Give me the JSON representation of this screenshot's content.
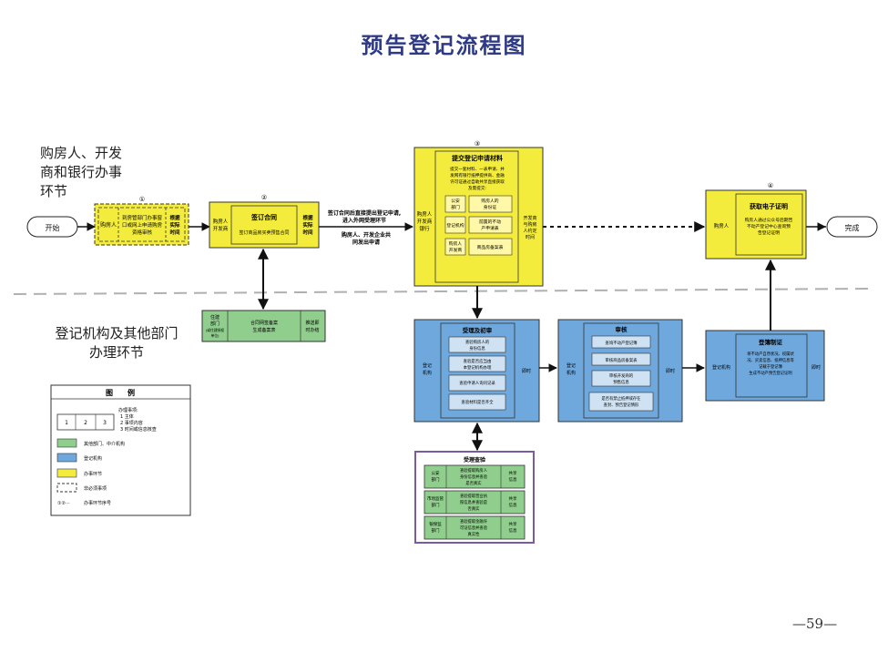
{
  "title": "预告登记流程图",
  "lanes": {
    "top": [
      "购房人、开发",
      "商和银行办事",
      "环节"
    ],
    "bottom": [
      "登记机构及其他部门",
      "办理环节"
    ]
  },
  "start_label": "开始",
  "end_label": "完成",
  "step1": {
    "number": "①",
    "actor": "购房人",
    "content": [
      "到房管部门办事窗",
      "口或网上申请购房",
      "资格审核"
    ],
    "time": [
      "根据",
      "实际",
      "时间"
    ]
  },
  "step2": {
    "number": "②",
    "actor": [
      "购房人",
      "开发商"
    ],
    "title": "签订合同",
    "content": "签订商品房买卖预售合同",
    "time": [
      "根据",
      "实际",
      "时间"
    ]
  },
  "transition_note": [
    "签订合同后直接提出登记申请,",
    "进入外网受理环节"
  ],
  "transition_note2": [
    "购房人、开发企业共",
    "同发出申请"
  ],
  "step3": {
    "number": "③",
    "actor": [
      "购房人",
      "开发商",
      "银行"
    ],
    "title": "提交登记申请材料",
    "desc": [
      "提交一套材料、一表申请、并",
      "发网有银行抵押提供商、金融",
      "许可证通过自助共享直接获取",
      "及需提交:"
    ],
    "items": [
      {
        "label": [
          "公安",
          "部门"
        ],
        "value": [
          "购房人的",
          "身份证"
        ]
      },
      {
        "label": [
          "登记机构"
        ],
        "value": [
          "前置的不动",
          "产申请表"
        ]
      },
      {
        "label": [
          "购房人",
          "开发商"
        ],
        "value": [
          "商品房备案表"
        ]
      }
    ],
    "time": [
      "开发商",
      "与购房",
      "人约定",
      "时间"
    ]
  },
  "step4": {
    "number": "④",
    "actor": "购房人",
    "title": "获取电子证明",
    "content": [
      "购房人通过公众号后期告",
      "不动产登记中心查询预",
      "告登记证明"
    ]
  },
  "contract_box": {
    "actor": [
      "住建",
      "部门"
    ],
    "sub_actor": [
      "(或住建授权",
      "单位)"
    ],
    "content": [
      "合同网签备案",
      "生成备案表"
    ],
    "time": [
      "推送即",
      "时办结"
    ]
  },
  "accept": {
    "actor": [
      "登记",
      "机构"
    ],
    "title": "受理及初审",
    "items": [
      [
        "查验购房人的",
        "身份信息"
      ],
      [
        "查验是否应当由",
        "本登记机构办理"
      ],
      [
        "查验申请人询问记录"
      ],
      [
        "查验材料是否齐全"
      ]
    ],
    "time": "即时"
  },
  "review": {
    "actor": [
      "登记",
      "机构"
    ],
    "title": "审核",
    "items": [
      [
        "查询不动产登记簿"
      ],
      [
        "审核商品房备案表"
      ],
      [
        "审核开发商的",
        "预售信息"
      ],
      [
        "是否有禁止抵押或存在",
        "查封、预告登记情形"
      ]
    ],
    "time": "即时"
  },
  "register": {
    "actor": "登记机构",
    "title": "登簿制证",
    "content": [
      "将不动产自然状况、权属状",
      "况、买卖信息、抵押信息等",
      "记载于登记簿",
      "生成不动产预告登记证明"
    ],
    "time": "即时"
  },
  "verify": {
    "title": "受理查验",
    "rows": [
      {
        "org": [
          "公安",
          "部门"
        ],
        "desc": [
          "查验提取购房人",
          "身份信息并查验",
          "是否真实"
        ],
        "tag": [
          "共享",
          "信息"
        ]
      },
      {
        "org": [
          "市场监管",
          "部门"
        ],
        "desc": [
          "查验提取营业执",
          "照信息并查验是",
          "否真实"
        ],
        "tag": [
          "共享",
          "信息"
        ]
      },
      {
        "org": [
          "银保监",
          "部门"
        ],
        "desc": [
          "查验提取金融许",
          "可证信息并查验",
          "真实性"
        ],
        "tag": [
          "共享",
          "信息"
        ]
      }
    ]
  },
  "legend": {
    "title": "图　　例",
    "box_numbers": [
      "1",
      "2",
      "3"
    ],
    "box_desc": [
      "办理事项:",
      "1 主体",
      "2 事项内容",
      "3 时间或信息核查"
    ],
    "items": [
      {
        "color": "#8fce8c",
        "label": "其他部门、中介机构"
      },
      {
        "color": "#6fa8dc",
        "label": "登记机构"
      },
      {
        "color": "#f3ec3c",
        "label": "办事环节"
      }
    ],
    "dashed_label": "非必须事项",
    "seq_symbol": "①②···",
    "seq_label": "办事环节序号"
  },
  "colors": {
    "yellow": "#f3ec3c",
    "blue": "#6fa8dc",
    "green": "#8fce8c",
    "purple": "#7a5aa0",
    "title": "#2f3a86"
  },
  "page_number": "—59—"
}
